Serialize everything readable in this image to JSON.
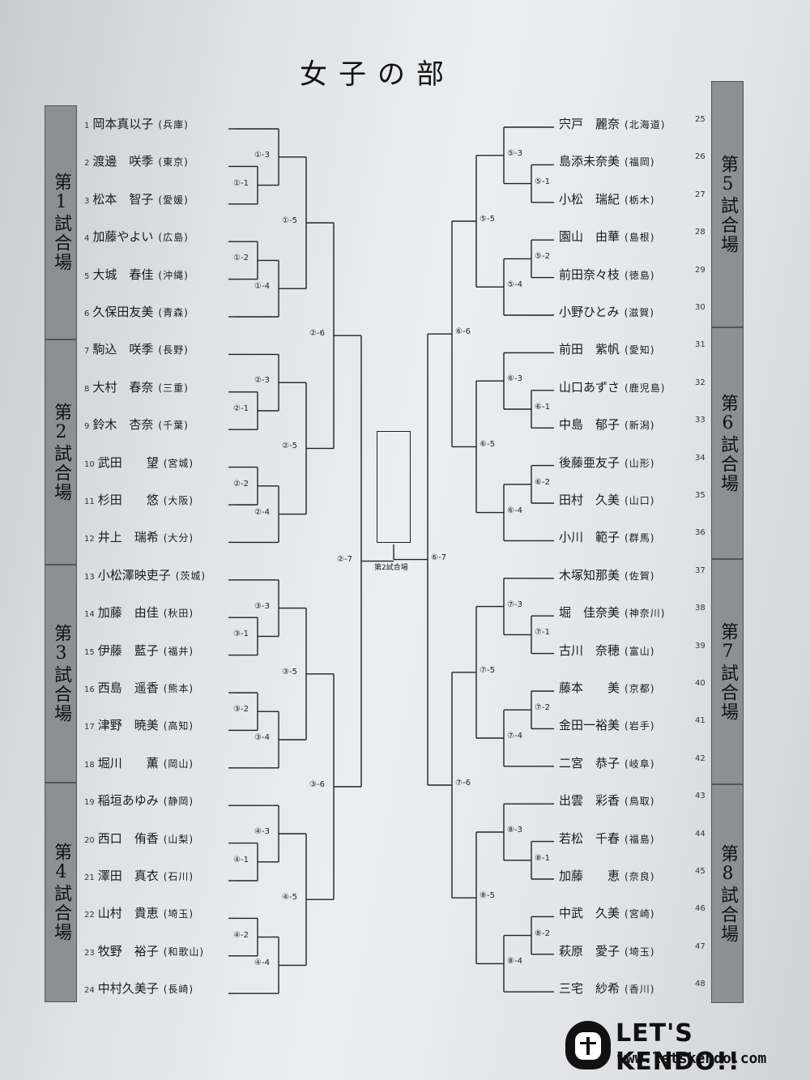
{
  "title": "女子の部",
  "courts_left": [
    "第1試合場",
    "第2試合場",
    "第3試合場",
    "第4試合場"
  ],
  "courts_right": [
    "第5試合場",
    "第6試合場",
    "第7試合場",
    "第8試合場"
  ],
  "final_label": "第2試合場",
  "left_entries": [
    {
      "seed": "1",
      "name": "岡本真以子",
      "pref": "(兵庫)"
    },
    {
      "seed": "2",
      "name": "渡邊　咲季",
      "pref": "(東京)"
    },
    {
      "seed": "3",
      "name": "松本　智子",
      "pref": "(愛媛)"
    },
    {
      "seed": "4",
      "name": "加藤やよい",
      "pref": "(広島)"
    },
    {
      "seed": "5",
      "name": "大城　春佳",
      "pref": "(沖縄)"
    },
    {
      "seed": "6",
      "name": "久保田友美",
      "pref": "(青森)"
    },
    {
      "seed": "7",
      "name": "駒込　咲季",
      "pref": "(長野)"
    },
    {
      "seed": "8",
      "name": "大村　春奈",
      "pref": "(三重)"
    },
    {
      "seed": "9",
      "name": "鈴木　杏奈",
      "pref": "(千葉)"
    },
    {
      "seed": "10",
      "name": "武田　　望",
      "pref": "(宮城)"
    },
    {
      "seed": "11",
      "name": "杉田　　悠",
      "pref": "(大阪)"
    },
    {
      "seed": "12",
      "name": "井上　瑞希",
      "pref": "(大分)"
    },
    {
      "seed": "13",
      "name": "小松澤映吏子",
      "pref": "(茨城)"
    },
    {
      "seed": "14",
      "name": "加藤　由佳",
      "pref": "(秋田)"
    },
    {
      "seed": "15",
      "name": "伊藤　藍子",
      "pref": "(福井)"
    },
    {
      "seed": "16",
      "name": "西島　遥香",
      "pref": "(熊本)"
    },
    {
      "seed": "17",
      "name": "津野　暁美",
      "pref": "(高知)"
    },
    {
      "seed": "18",
      "name": "堀川　　薫",
      "pref": "(岡山)"
    },
    {
      "seed": "19",
      "name": "稲垣あゆみ",
      "pref": "(静岡)"
    },
    {
      "seed": "20",
      "name": "西口　侑香",
      "pref": "(山梨)"
    },
    {
      "seed": "21",
      "name": "澤田　真衣",
      "pref": "(石川)"
    },
    {
      "seed": "22",
      "name": "山村　貴恵",
      "pref": "(埼玉)"
    },
    {
      "seed": "23",
      "name": "牧野　裕子",
      "pref": "(和歌山)"
    },
    {
      "seed": "24",
      "name": "中村久美子",
      "pref": "(長崎)"
    }
  ],
  "right_entries": [
    {
      "seed": "25",
      "name": "宍戸　麗奈",
      "pref": "(北海道)"
    },
    {
      "seed": "26",
      "name": "島添未奈美",
      "pref": "(福岡)"
    },
    {
      "seed": "27",
      "name": "小松　瑞紀",
      "pref": "(栃木)"
    },
    {
      "seed": "28",
      "name": "園山　由華",
      "pref": "(島根)"
    },
    {
      "seed": "29",
      "name": "前田奈々枝",
      "pref": "(徳島)"
    },
    {
      "seed": "30",
      "name": "小野ひとみ",
      "pref": "(滋賀)"
    },
    {
      "seed": "31",
      "name": "前田　紫帆",
      "pref": "(愛知)"
    },
    {
      "seed": "32",
      "name": "山口あずさ",
      "pref": "(鹿児島)"
    },
    {
      "seed": "33",
      "name": "中島　郁子",
      "pref": "(新潟)"
    },
    {
      "seed": "34",
      "name": "後藤亜友子",
      "pref": "(山形)"
    },
    {
      "seed": "35",
      "name": "田村　久美",
      "pref": "(山口)"
    },
    {
      "seed": "36",
      "name": "小川　範子",
      "pref": "(群馬)"
    },
    {
      "seed": "37",
      "name": "木塚知那美",
      "pref": "(佐賀)"
    },
    {
      "seed": "38",
      "name": "堀　佳奈美",
      "pref": "(神奈川)"
    },
    {
      "seed": "39",
      "name": "古川　奈穂",
      "pref": "(富山)"
    },
    {
      "seed": "40",
      "name": "藤本　　美",
      "pref": "(京都)"
    },
    {
      "seed": "41",
      "name": "金田一裕美",
      "pref": "(岩手)"
    },
    {
      "seed": "42",
      "name": "二宮　恭子",
      "pref": "(岐阜)"
    },
    {
      "seed": "43",
      "name": "出雲　彩香",
      "pref": "(鳥取)"
    },
    {
      "seed": "44",
      "name": "若松　千春",
      "pref": "(福島)"
    },
    {
      "seed": "45",
      "name": "加藤　　恵",
      "pref": "(奈良)"
    },
    {
      "seed": "46",
      "name": "中武　久美",
      "pref": "(宮崎)"
    },
    {
      "seed": "47",
      "name": "萩原　愛子",
      "pref": "(埼玉)"
    },
    {
      "seed": "48",
      "name": "三宅　紗希",
      "pref": "(香川)"
    }
  ],
  "match_labels_left": [
    [
      "①-1",
      "①-2",
      "①-3",
      "①-4",
      "①-5",
      "②-6"
    ],
    [
      "②-1",
      "②-2",
      "②-3",
      "②-4",
      "②-5",
      "②-7"
    ],
    [
      "③-1",
      "③-2",
      "③-3",
      "③-4",
      "③-5",
      "③-6"
    ],
    [
      "④-1",
      "④-2",
      "④-3",
      "④-4",
      "④-5"
    ]
  ],
  "match_labels_right": [
    [
      "⑤-1",
      "⑤-2",
      "⑤-3",
      "⑤-4",
      "⑤-5",
      "⑥-6"
    ],
    [
      "⑥-1",
      "⑥-2",
      "⑥-3",
      "⑥-4",
      "⑥-5",
      "⑥-7"
    ],
    [
      "⑦-1",
      "⑦-2",
      "⑦-3",
      "⑦-4",
      "⑦-5",
      "⑦-6"
    ],
    [
      "⑧-1",
      "⑧-2",
      "⑧-3",
      "⑧-4",
      "⑧-5"
    ]
  ],
  "logo": {
    "line1": "LET'S KENDO!!",
    "line2": "www.letskendo.com"
  }
}
